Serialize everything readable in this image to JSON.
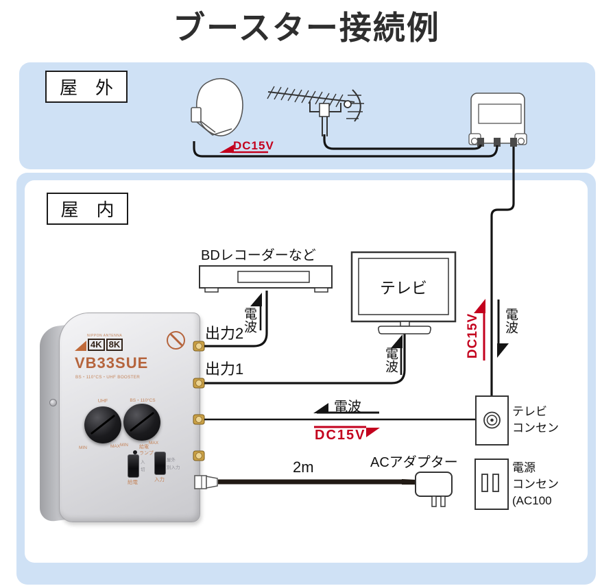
{
  "title": "ブースター接続例",
  "zones": {
    "outdoor": "屋　外",
    "indoor": "屋　内"
  },
  "labels": {
    "dc15v": "DC15V",
    "denpa": "電波",
    "bd_recorder": "BDレコーダーなど",
    "tv": "テレビ",
    "output2": "出力2",
    "output1": "出力1",
    "cable_length": "2m",
    "ac_adapter": "ACアダプター",
    "tv_outlet": "テレビ\nコンセン",
    "power_outlet": "電源\nコンセン\n(AC100"
  },
  "booster": {
    "brand": "NIPPON ANTENNA",
    "logo_4k": "4K",
    "logo_8k": "8K",
    "model": "VB33SUE",
    "subtitle": "BS・110°CS・UHF BOOSTER",
    "knob1": "UHF",
    "knob2": "BS・110°CS",
    "min": "MIN",
    "max": "MAX",
    "led": "給電\nランプ",
    "sw1_top": "入",
    "sw1_bottom": "切",
    "sw1_label": "給電",
    "sw2_top": "屋外",
    "sw2_bottom": "別入力",
    "sw2_label": "入力"
  },
  "colors": {
    "panel_blue": "#cfe1f5",
    "arrow_red": "#c3001d",
    "line_black": "#141414",
    "device_orange": "#b5643c"
  }
}
